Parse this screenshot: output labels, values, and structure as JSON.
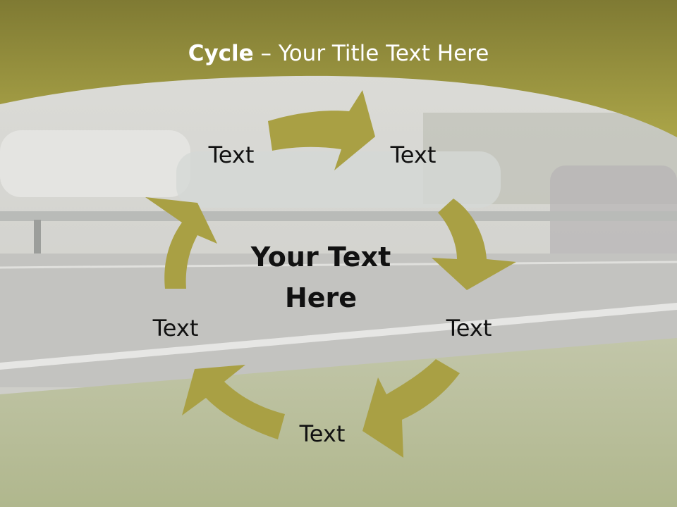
{
  "slide": {
    "title_bold": "Cycle",
    "title_rest": " – Your Title Text Here",
    "center_text": "Your Text Here"
  },
  "cycle": {
    "nodes": [
      {
        "label": "Text"
      },
      {
        "label": "Text"
      },
      {
        "label": "Text"
      },
      {
        "label": "Text"
      },
      {
        "label": "Text"
      }
    ]
  },
  "colors": {
    "accent": "#a9a044",
    "banner_top": "#7f7a33",
    "banner_bottom": "#aba548",
    "text": "#111111",
    "title_text": "#ffffff"
  }
}
